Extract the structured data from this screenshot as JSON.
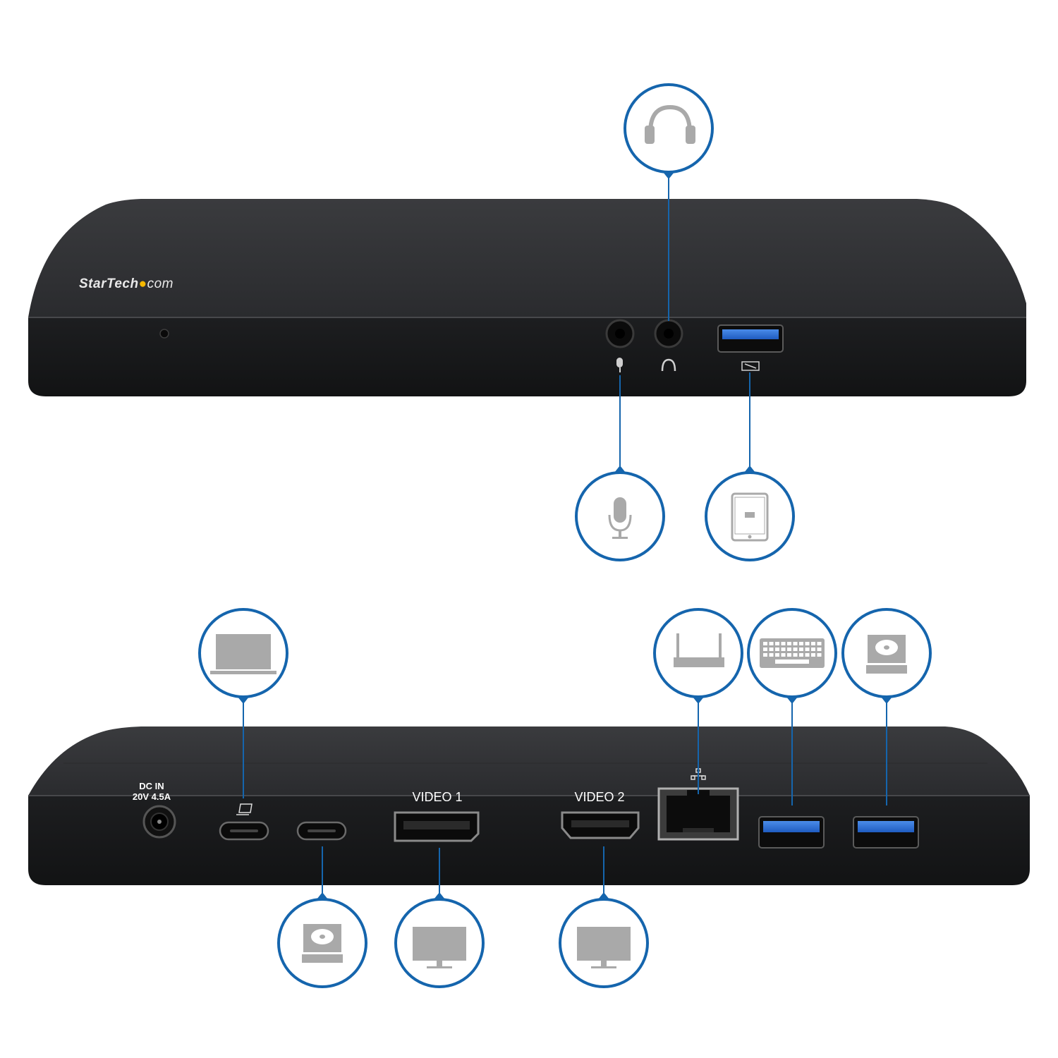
{
  "brand": {
    "name_part1": "StarTech",
    "name_dot": "●",
    "name_part2": "com"
  },
  "rear_panel": {
    "dc_in_line1": "DC IN",
    "dc_in_line2": "20V 4.5A",
    "video1_label": "VIDEO 1",
    "video2_label": "VIDEO 2"
  },
  "colors": {
    "callout_ring": "#1565ad",
    "callout_icon": "#a9a9a9",
    "dock_body": "#1e1f21",
    "usb_blue": "#2d6fd4"
  },
  "callouts_front": [
    {
      "name": "headphones-icon",
      "port": "headphone-jack"
    },
    {
      "name": "microphone-icon",
      "port": "microphone-jack"
    },
    {
      "name": "tablet-charging-icon",
      "port": "usb-charging-port"
    }
  ],
  "callouts_rear": [
    {
      "name": "laptop-icon",
      "port": "usb-c-host-port"
    },
    {
      "name": "hard-drive-icon",
      "port": "usb-c-port"
    },
    {
      "name": "monitor-icon",
      "port": "displayport-video-1"
    },
    {
      "name": "monitor-icon",
      "port": "hdmi-video-2"
    },
    {
      "name": "router-icon",
      "port": "ethernet-port"
    },
    {
      "name": "keyboard-icon",
      "port": "usb-a-port-1"
    },
    {
      "name": "hard-drive-icon",
      "port": "usb-a-port-2"
    }
  ]
}
